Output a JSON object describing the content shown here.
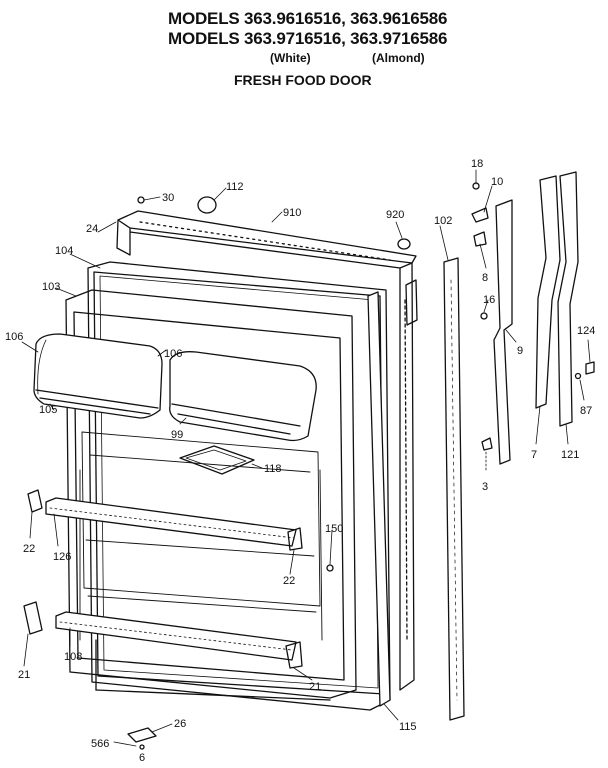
{
  "header": {
    "line1": "MODELS 363.9616516, 363.9616586",
    "line2": "MODELS 363.9716516, 363.9716586",
    "white": "(White)",
    "almond": "(Almond)",
    "subtitle": "FRESH FOOD DOOR"
  },
  "labels": {
    "p30": "30",
    "p112": "112",
    "p910": "910",
    "p920": "920",
    "p102": "102",
    "p18": "18",
    "p10": "10",
    "p8": "8",
    "p16": "16",
    "p9": "9",
    "p124": "124",
    "p87": "87",
    "p7": "7",
    "p121": "121",
    "p3": "3",
    "p24": "24",
    "p104": "104",
    "p103": "103",
    "p106a": "106",
    "p106b": "106",
    "p105": "105",
    "p99": "99",
    "p118": "118",
    "p22a": "22",
    "p126": "126",
    "p150": "150",
    "p22b": "22",
    "p21a": "21",
    "p108": "108",
    "p21b": "21",
    "p115": "115",
    "p26": "26",
    "p566": "566",
    "p6": "6"
  }
}
